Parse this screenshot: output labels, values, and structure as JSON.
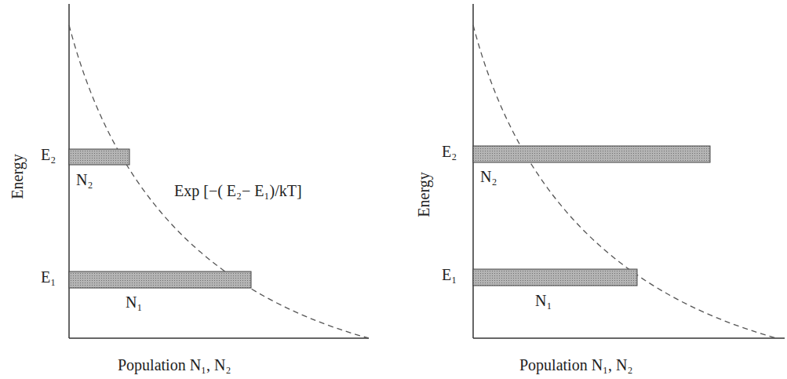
{
  "diagram": {
    "labels": [
      "E₂",
      "N₂",
      "Exp [−( E₂− E₁)/kT]",
      "E₁",
      "N₁",
      "Energy",
      "Population N₁, N₂",
      "E₂",
      "N₂",
      "Energy",
      "E₁",
      "N₁",
      "Population N₁, N₂"
    ]
  }
}
